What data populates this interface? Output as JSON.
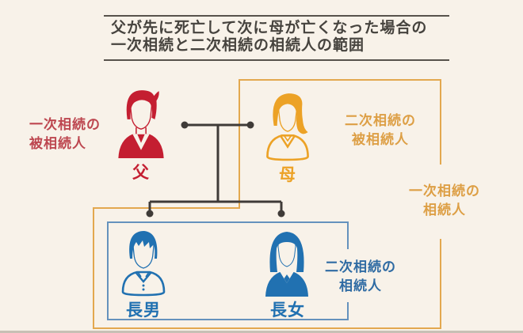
{
  "title": {
    "line1": "父が先に死亡して次に母が亡くなった場合の",
    "line2": "一次相続と二次相続の相続人の範囲"
  },
  "people": {
    "father": {
      "name": "父",
      "role": {
        "line1": "一次相続の",
        "line2": "被相続人"
      }
    },
    "mother": {
      "name": "母",
      "role": {
        "line1": "二次相続の",
        "line2": "被相続人"
      }
    },
    "eldest_son": {
      "name": "長男"
    },
    "eldest_daughter": {
      "name": "長女"
    }
  },
  "group_labels": {
    "primary_heirs": {
      "line1": "一次相続の",
      "line2": "相続人"
    },
    "secondary_heirs": {
      "line1": "二次相続の",
      "line2": "相続人"
    }
  },
  "icons": {
    "father": "male-bust-icon",
    "mother": "female-bust-icon",
    "eldest_son": "male-bust-icon",
    "eldest_daughter": "female-bust-icon"
  },
  "colors": {
    "background": "#f8f2e9",
    "father_red": "#c41e31",
    "father_role_text": "#bd4750",
    "mother_orange": "#eca226",
    "primary_heirs_border": "#e3a84f",
    "orange_label_text": "#dd9f45",
    "children_blue": "#2171b1",
    "secondary_heirs_border": "#6592bd",
    "blue_label_text": "#2f6ba3",
    "connector_black": "#3f3b38",
    "title_text": "#46433e",
    "title_rule": "#57524b"
  }
}
